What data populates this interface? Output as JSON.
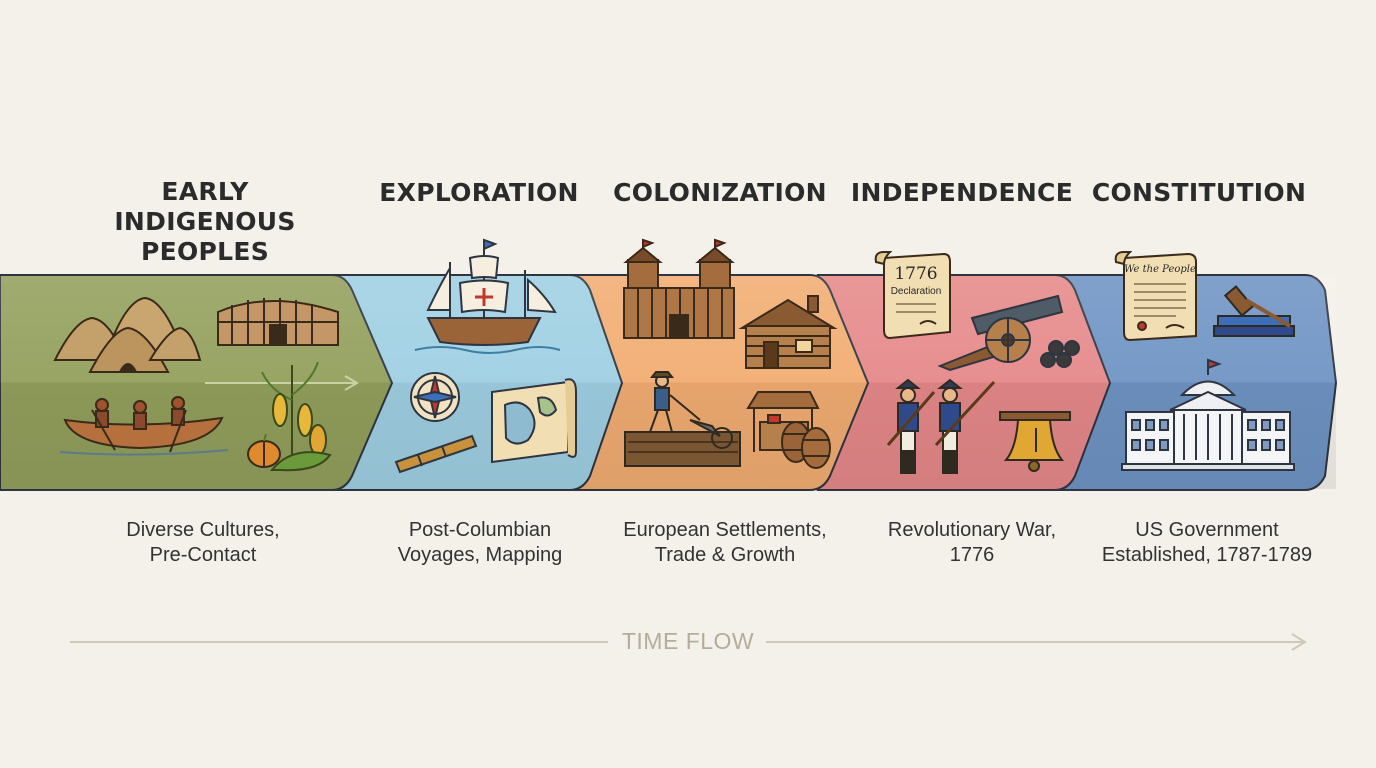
{
  "eras": [
    {
      "title": "EARLY INDIGENOUS PEOPLES",
      "description": [
        "Diverse Cultures,",
        "Pre-Contact"
      ],
      "color": "#93a05c"
    },
    {
      "title": "EXPLORATION",
      "description": [
        "Post-Columbian",
        "Voyages, Mapping"
      ],
      "color": "#9fd0e3"
    },
    {
      "title": "COLONIZATION",
      "description": [
        "European Settlements,",
        "Trade & Growth"
      ],
      "color": "#f2ad72"
    },
    {
      "title": "INDEPENDENCE",
      "description": [
        "Revolutionary War,",
        "1776"
      ],
      "color": "#e6898a"
    },
    {
      "title": "CONSTITUTION",
      "description": [
        "US Government",
        "Established, 1787-1789"
      ],
      "color": "#6f94c4"
    }
  ],
  "document_labels": {
    "declaration_year": "1776",
    "declaration_title": "Declaration",
    "constitution_heading": "We the People"
  },
  "time_flow": {
    "label": "TIME FLOW",
    "color": "#c8c1b0"
  },
  "icons": [
    "hut-icon",
    "longhouse-icon",
    "canoe-icon",
    "corn-icon",
    "pumpkin-icon",
    "ship-icon",
    "compass-icon",
    "spyglass-icon",
    "map-icon",
    "fort-icon",
    "log-cabin-icon",
    "farmer-plow-icon",
    "market-stall-icon",
    "barrel-icon",
    "declaration-scroll-icon",
    "cannon-icon",
    "soldier-icon",
    "liberty-bell-icon",
    "constitution-scroll-icon",
    "gavel-icon",
    "books-icon",
    "capitol-building-icon"
  ]
}
